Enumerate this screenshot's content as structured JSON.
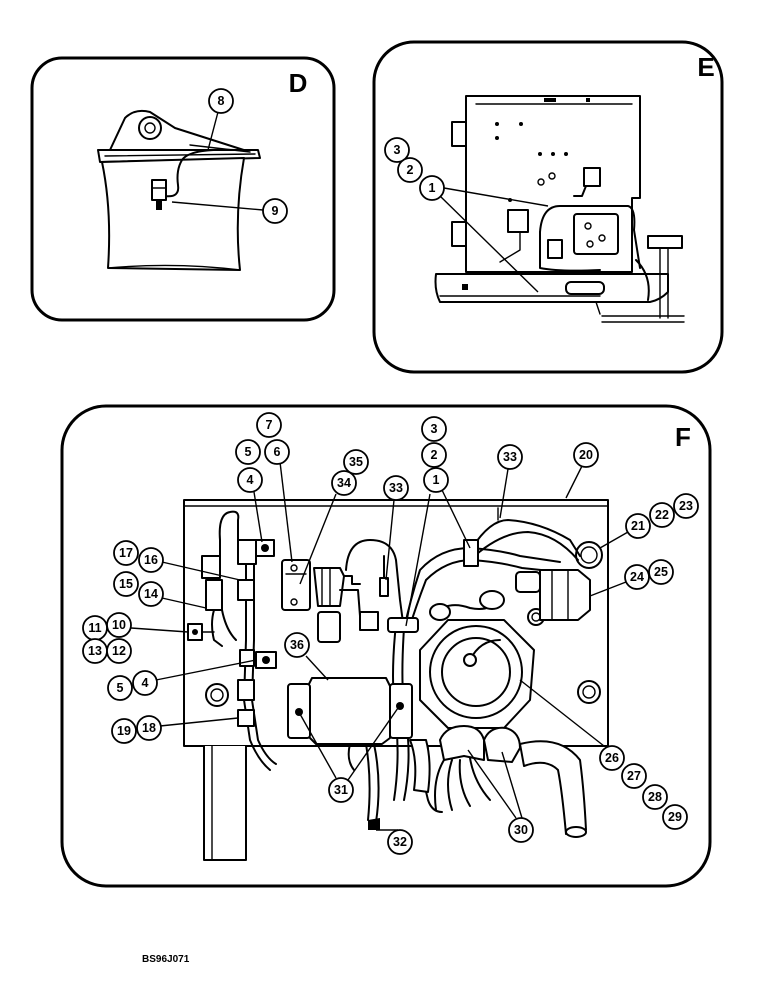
{
  "figure_code": "BS96J071",
  "panels": {
    "D": {
      "letter": "D",
      "callouts": [
        "8",
        "9"
      ]
    },
    "E": {
      "letter": "E",
      "callouts": [
        "3",
        "2",
        "1"
      ]
    },
    "F": {
      "letter": "F",
      "callouts": [
        "7",
        "6",
        "5",
        "4",
        "35",
        "34",
        "3",
        "2",
        "1",
        "33",
        "33",
        "20",
        "23",
        "22",
        "21",
        "17",
        "16",
        "15",
        "14",
        "11",
        "10",
        "13",
        "12",
        "25",
        "24",
        "36",
        "5",
        "4",
        "19",
        "18",
        "26",
        "27",
        "28",
        "29",
        "31",
        "30",
        "32"
      ]
    }
  }
}
